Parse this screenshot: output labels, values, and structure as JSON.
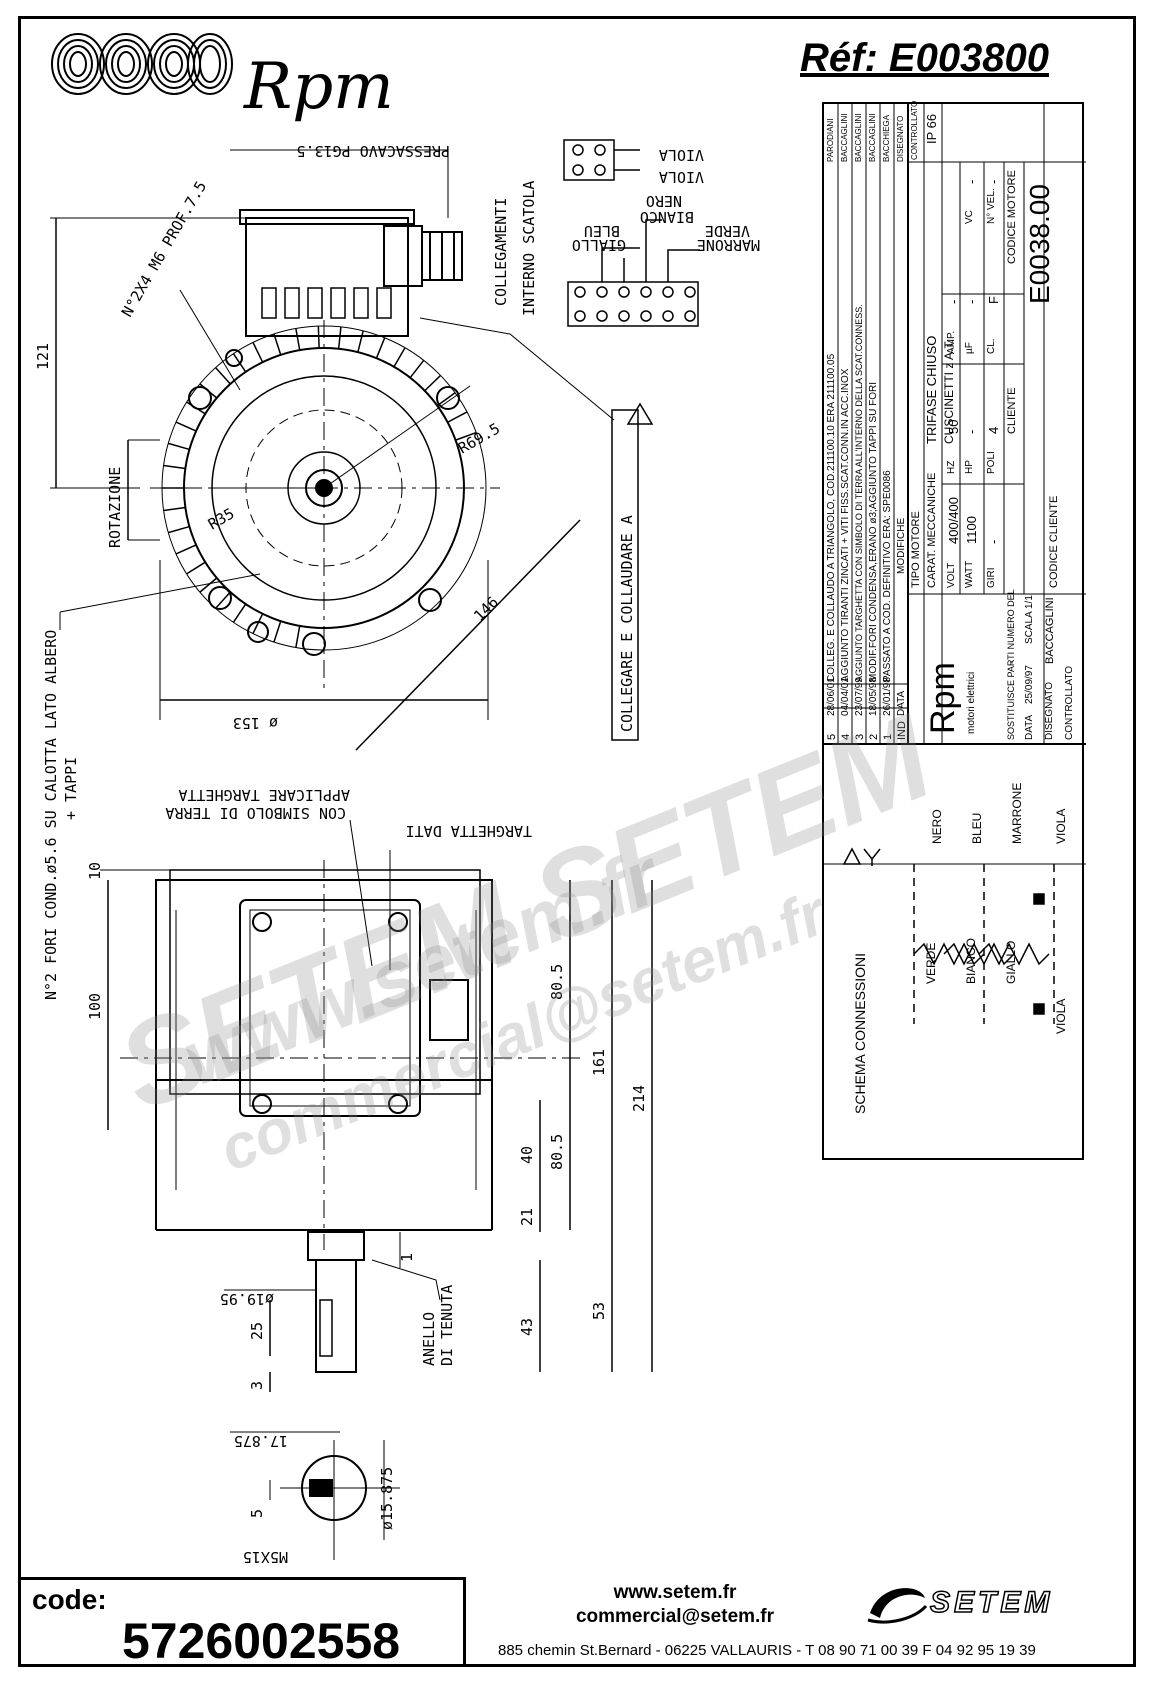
{
  "header": {
    "brand": "Rpm",
    "reference": "Réf:  E003800"
  },
  "drawing_labels": {
    "pressacavo": "PRESSACAVO PG13.5",
    "collegamenti": "COLLEGAMENTI",
    "interno_scatola": "INTERNO SCATOLA",
    "viola_1": "VIOLA",
    "viola_2": "VIOLA",
    "bianco": "BIANCO",
    "nero": "NERO",
    "giallo": "GIALLO",
    "bleu": "BLEU",
    "marrone": "MARRONE",
    "verde": "VERDE",
    "dim_121": "121",
    "fori": "N°2X4 M6 PROF.7.5",
    "r69": "R69.5",
    "r35": "R35",
    "rotazione": "ROTAZIONE",
    "dim_146": "146",
    "dim_153": "ø 153",
    "collegare": "COLLEGARE E COLLAUDARE A",
    "fori_cond": "N°2 FORI COND.ø5.6 SU CALOTTA LATO ALBERO",
    "tappi": "+ TAPPI",
    "applicare_1": "APPLICARE TARGHETTA",
    "applicare_2": "CON SIMBOLO DI TERRA",
    "targhetta": "TARGHETTA DATI",
    "dim_10": "10",
    "dim_100": "100",
    "dim_805a": "80.5",
    "dim_805b": "80.5",
    "dim_40": "40",
    "dim_21": "21",
    "dim_161": "161",
    "dim_214": "214",
    "dim_1": "1",
    "dim_1995": "ø19.95",
    "dim_25": "25",
    "dim_3": "3",
    "dim_43": "43",
    "dim_53": "53",
    "anello_1": "ANELLO",
    "anello_2": "DI TENUTA",
    "dim_17875": "17.875",
    "dim_15875": "ø15.875",
    "dim_5": "5",
    "m5": "M5X15"
  },
  "title_block": {
    "revisions": [
      {
        "ind": "5",
        "data": "28/06/01",
        "modifiche": "COLLEG. E COLLAUDO A TRIANGOLO, COD.211100.10 ERA 211100.05",
        "firma": "PARODIANI"
      },
      {
        "ind": "4",
        "data": "04/04/01",
        "modifiche": "AGGIUNTO TIRANTI ZINCATI + VITI FISS.SCAT.CONN.IN ACC.INOX",
        "firma": "BACCAGLINI"
      },
      {
        "ind": "3",
        "data": "23/07/99",
        "modifiche": "AGGIUNTO TARGHETTA CON SIMBOLO DI TERRA ALL'INTERNO DELLA SCAT.CONNESS.",
        "firma": "BACCAGLINI"
      },
      {
        "ind": "2",
        "data": "18/05/98",
        "modifiche": "MODIF.FORI CONDENSA,ERANO ø3;AGGIUNTO TAPPI SU FORI",
        "firma": "BACCAGLINI"
      },
      {
        "ind": "1",
        "data": "26/01/98",
        "modifiche": "PASSATO A COD. DEFINITIVO ERA: SPE0086",
        "firma": "BACCHIEGA"
      },
      {
        "ind": "IND",
        "data": "DATA",
        "modifiche": "MODIFICHE",
        "firma": "DISEGNATO"
      }
    ],
    "controllato_head": "CONTROLLATO",
    "ip": "IP 66",
    "tipo_motore_label": "TIPO MOTORE",
    "tipo_motore": "TRIFASE CHIUSO",
    "caratt_label": "CARAT. MECCANICHE",
    "cuscinetti": "CUSCINETTI z A.T.",
    "volt_label": "VOLT",
    "volt": "400/400",
    "hz_label": "HZ",
    "hz": "50",
    "amp_label": "AMP.",
    "amp": "-",
    "watt_label": "WATT",
    "watt": "1100",
    "hp_label": "HP",
    "hp": "-",
    "uf_label": "µF",
    "uf": "-",
    "vc_label": "VC",
    "vc": "-",
    "giri_label": "GIRI",
    "giri": "-",
    "poli_label": "POLI",
    "poli": "4",
    "cl_label": "CL.",
    "cl": "F",
    "nvel_label": "N° VEL.",
    "nvel": "-",
    "cliente_label": "CLIENTE",
    "codice_motore_label": "CODICE MOTORE",
    "codice_motore": "E0038.00",
    "codice_cliente_label": "CODICE CLIENTE",
    "rpm_brand": "Rpm",
    "rpm_sub": "motori elettrici",
    "sostituisce": "SOSTITUISCE PARTI NUMERO DEL",
    "sostituisce_val": "-",
    "data_label": "DATA",
    "data": "25/09/97",
    "scala_label": "SCALA",
    "scala": "1/1",
    "disegnato_label": "DISEGNATO",
    "disegnato": "BACCAGLINI",
    "controllato_label": "CONTROLLATO",
    "schema_label": "SCHEMA CONNESSIONI",
    "schema_verde": "VERDE",
    "schema_nero": "NERO",
    "schema_bianco": "BIANCO",
    "schema_bleu": "BLEU",
    "schema_giallo": "GIALLO",
    "schema_marrone": "MARRONE",
    "schema_viola_1": "VIOLA",
    "schema_viola_2": "VIOLA"
  },
  "watermarks": {
    "w1": "www.setem.fr",
    "w2": "SETEM  SETEM",
    "w3": "commercial@setem.fr"
  },
  "footer": {
    "code_label": "code:",
    "code_value": "5726002558",
    "website": "www.setem.fr",
    "email": "commercial@setem.fr",
    "address": "885 chemin St.Bernard  -  06225 VALLAURIS  -  T 08 90 71 00 39   F 04 92 95 19 39",
    "company": "SETEM"
  }
}
